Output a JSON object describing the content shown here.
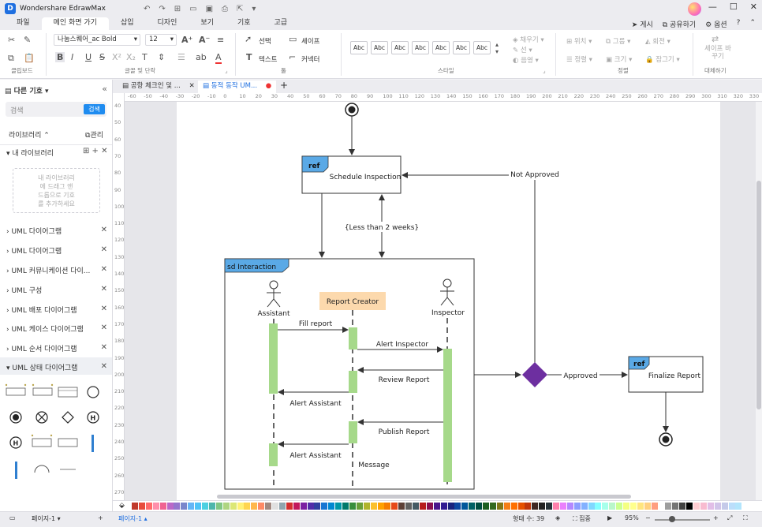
{
  "app": {
    "title": "Wondershare EdrawMax"
  },
  "menu": {
    "tabs": [
      "파일",
      "메인 화면 가기",
      "삽입",
      "디자인",
      "보기",
      "기호",
      "고급"
    ],
    "right": [
      "게시",
      "공유하기",
      "옵션",
      "?"
    ]
  },
  "ribbon": {
    "clipboard_label": "클립보드",
    "font_label": "글꼴 및 단락",
    "tools_label": "툴",
    "style_label": "스타일",
    "arrange_label": "정렬",
    "replace_label": "대체하기",
    "font_name": "나눔스퀘어_ac Bold",
    "font_size": "12",
    "select": "선택",
    "shape": "셰이프",
    "text": "텍스트",
    "connector": "커넥터",
    "fill": "채우기",
    "line": "선",
    "shadow": "음영",
    "position": "위치",
    "group": "그룹",
    "rotate": "회전",
    "align": "정렬",
    "size": "크기",
    "lock": "잠그기",
    "replace_shape": "셰이프 바꾸기",
    "style_abc": "Abc"
  },
  "left_panel": {
    "title": "다른 기호",
    "search_placeholder": "검색",
    "search_button": "검색",
    "library_label": "라이브러리",
    "manage_label": "관리",
    "my_library": "내 라이브러리",
    "dropzone": [
      "내 라이브러리",
      "에 드래그 앤",
      "드롭으로 기호",
      "를 추가하세요"
    ],
    "libraries": [
      "UML 다이어그램",
      "UML 다이어그램",
      "UML 커뮤니케이션 다이...",
      "UML 구성",
      "UML 배포 다이어그램",
      "UML 케이스 다이어그램",
      "UML 순서 다이어그램",
      "UML 상태 다이어그램"
    ]
  },
  "doc_tabs": [
    {
      "label": "공항 체크인 및 ..."
    },
    {
      "label": "동적 동작 UM..."
    }
  ],
  "ruler": {
    "h": [
      "-60",
      "-50",
      "-40",
      "-30",
      "-20",
      "-10",
      "0",
      "10",
      "20",
      "30",
      "40",
      "50",
      "60",
      "70",
      "80",
      "90",
      "100",
      "110",
      "120",
      "130",
      "140",
      "150",
      "160",
      "170",
      "180",
      "190",
      "200",
      "210",
      "220",
      "230",
      "240",
      "250",
      "260",
      "270",
      "280",
      "290",
      "300",
      "310",
      "320",
      "330"
    ],
    "v": [
      "40",
      "50",
      "60",
      "70",
      "80",
      "90",
      "100",
      "110",
      "120",
      "130",
      "140",
      "150",
      "160",
      "170",
      "180",
      "190",
      "200",
      "210",
      "220",
      "230",
      "240",
      "250",
      "260",
      "270"
    ]
  },
  "diagram": {
    "ref_tag": "ref",
    "schedule_inspection": "Schedule Inspection",
    "not_approved": "Not Approved",
    "less_than": "{Less than 2 weeks}",
    "sd_interaction": "sd Interaction",
    "assistant": "Assistant",
    "report_creator": "Report Creator",
    "inspector": "Inspector",
    "fill_report": "Fill report",
    "alert_inspector": "Alert Inspector",
    "review_report": "Review Report",
    "alert_assistant_1": "Alert Assistant",
    "publish_report": "Publish Report",
    "alert_assistant_2": "Alert Assistant",
    "message": "Message",
    "approved": "Approved",
    "finalize_report": "Finalize Report"
  },
  "status": {
    "page_tab": "페이지-1",
    "page_tab2": "페이지-1",
    "shapes_count": "형태 수: 39",
    "focus": "집중",
    "zoom": "95%"
  },
  "colors": {
    "accent": "#1f6fe0",
    "lifeline_activation": "#a6d98a",
    "report_creator_fill": "#fcd9ad",
    "ref_tag_fill": "#5aa9e6",
    "decision": "#6d2fa0"
  }
}
